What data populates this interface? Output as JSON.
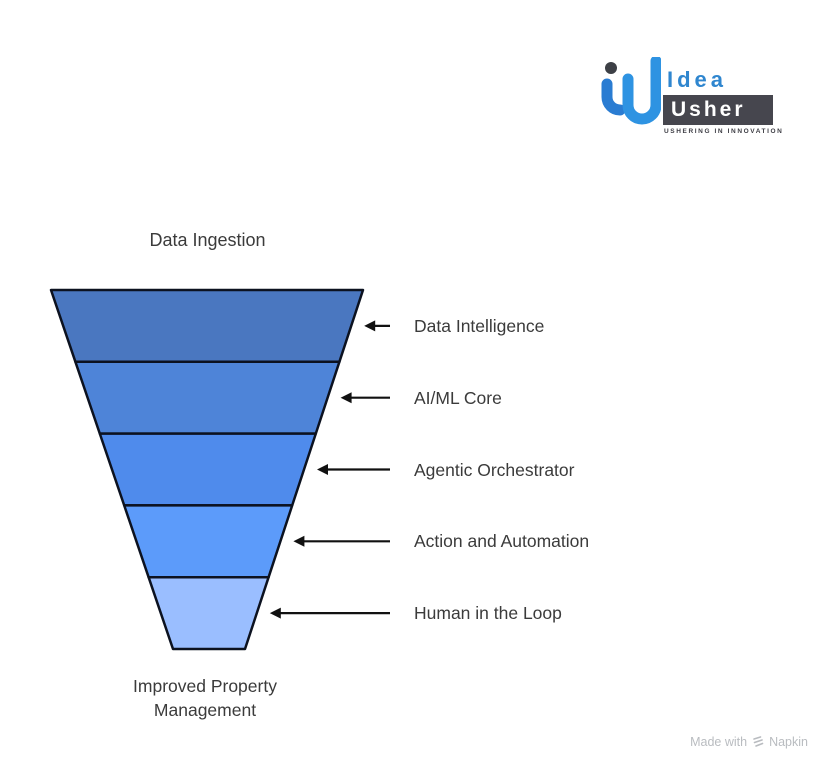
{
  "logo": {
    "brand_top": "Idea",
    "brand_bottom": "Usher",
    "tagline": "USHERING IN INNOVATION",
    "blue": "#2f86cf",
    "dark_box": "#46464e"
  },
  "chart_data": {
    "type": "funnel",
    "title": "Data Ingestion",
    "footer": "Improved Property Management",
    "segments": [
      {
        "label": "Data Intelligence",
        "color": "#4a77c0"
      },
      {
        "label": "AI/ML Core",
        "color": "#4e84d8"
      },
      {
        "label": "Agentic Orchestrator",
        "color": "#4f8bec"
      },
      {
        "label": "Action and Automation",
        "color": "#5c9bfa"
      },
      {
        "label": "Human in the Loop",
        "color": "#9abeff"
      }
    ],
    "outline_color": "#0c1220",
    "arrow_color": "#111111",
    "label_color": "#3b3b3b",
    "layout_hint": "inverted funnel, wide at top, arrows point left from labels to right edge of each band"
  },
  "watermark": {
    "prefix": "Made with",
    "suffix": "Napkin"
  }
}
